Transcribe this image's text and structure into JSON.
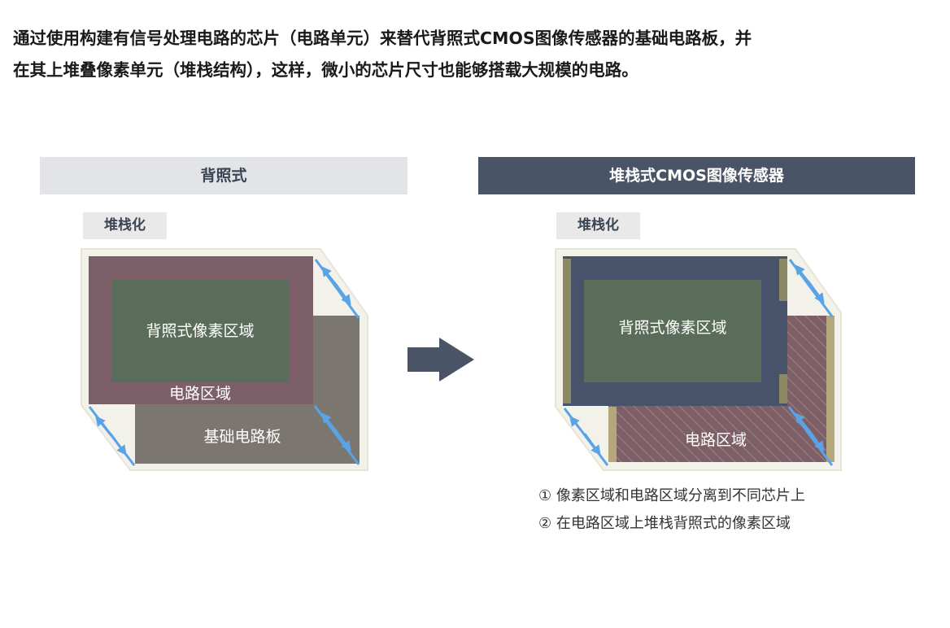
{
  "intro": {
    "line1": "通过使用构建有信号处理电路的芯片（电路单元）来替代背照式CMOS图像传感器的基础电路板，并",
    "line2": "在其上堆叠像素单元（堆栈结构），这样，微小的芯片尺寸也能够搭载大规模的电路。"
  },
  "left": {
    "header": "背照式",
    "tag": "堆栈化",
    "pixel_area": "背照式像素区域",
    "circuit_area": "电路区域",
    "base_board": "基础电路板"
  },
  "right": {
    "header": "堆栈式CMOS图像传感器",
    "tag": "堆栈化",
    "pixel_area": "背照式像素区域",
    "circuit_area": "电路区域"
  },
  "notes": [
    "① 像素区域和电路区域分离到不同芯片上",
    "② 在电路区域上堆栈背照式的像素区域"
  ],
  "colors": {
    "header_left_bg": "#e3e4e8",
    "header_right_bg": "#4a5467",
    "pixel_green": "#5a6d5a",
    "circuit_mauve": "#7d5f69",
    "base_gray": "#7b7670",
    "chip_navy": "#47536a",
    "arrow_blue": "#5aa3e6",
    "arrow_gray": "#4a5467"
  },
  "icons": [
    "arrow-right-icon",
    "stack-arrow-icon"
  ]
}
